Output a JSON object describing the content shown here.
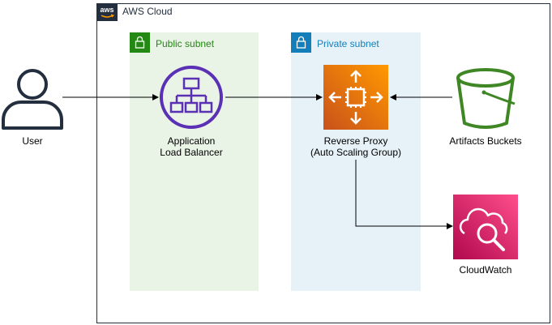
{
  "cloud": {
    "title": "AWS Cloud",
    "logo_text": "aws"
  },
  "subnets": {
    "public": {
      "title": "Public subnet"
    },
    "private": {
      "title": "Private subnet"
    }
  },
  "nodes": {
    "user": {
      "label": "User"
    },
    "alb": {
      "label_line1": "Application",
      "label_line2": "Load Balancer"
    },
    "proxy": {
      "label_line1": "Reverse Proxy",
      "label_line2": "(Auto Scaling Group)"
    },
    "artifacts": {
      "label": "Artifacts Buckets"
    },
    "cloudwatch": {
      "label": "CloudWatch"
    }
  },
  "colors": {
    "aws_dark": "#232f3e",
    "public_green": "#248814",
    "private_blue": "#147eba",
    "alb_purple": "#5a30b5",
    "ec2_orange": "#ed7100",
    "s3_green": "#3f8624",
    "cloudwatch_pink": "#e7157b"
  }
}
